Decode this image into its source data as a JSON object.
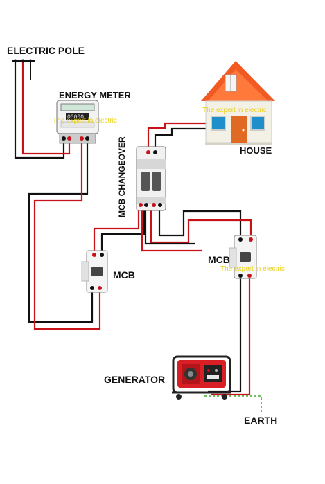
{
  "labels": {
    "electric_pole": "ELECTRIC POLE",
    "energy_meter": "ENERGY METER",
    "house": "HOUSE",
    "mcb_changeover": "MCB CHANGEOVER",
    "mcb_left": "MCB",
    "mcb_right": "MCB",
    "generator": "GENERATOR",
    "earth": "EARTH"
  },
  "watermarks": {
    "house": "The expert in electric",
    "meter": "The expert in electric",
    "mcb_right": "The expert in electric"
  },
  "colors": {
    "live_wire": "#c8121a",
    "neutral_wire": "#111111",
    "earth_wire": "#3fae2a",
    "roof": "#f25a23",
    "watermark": "#e8d21a",
    "generator_frame": "#d81f26"
  }
}
